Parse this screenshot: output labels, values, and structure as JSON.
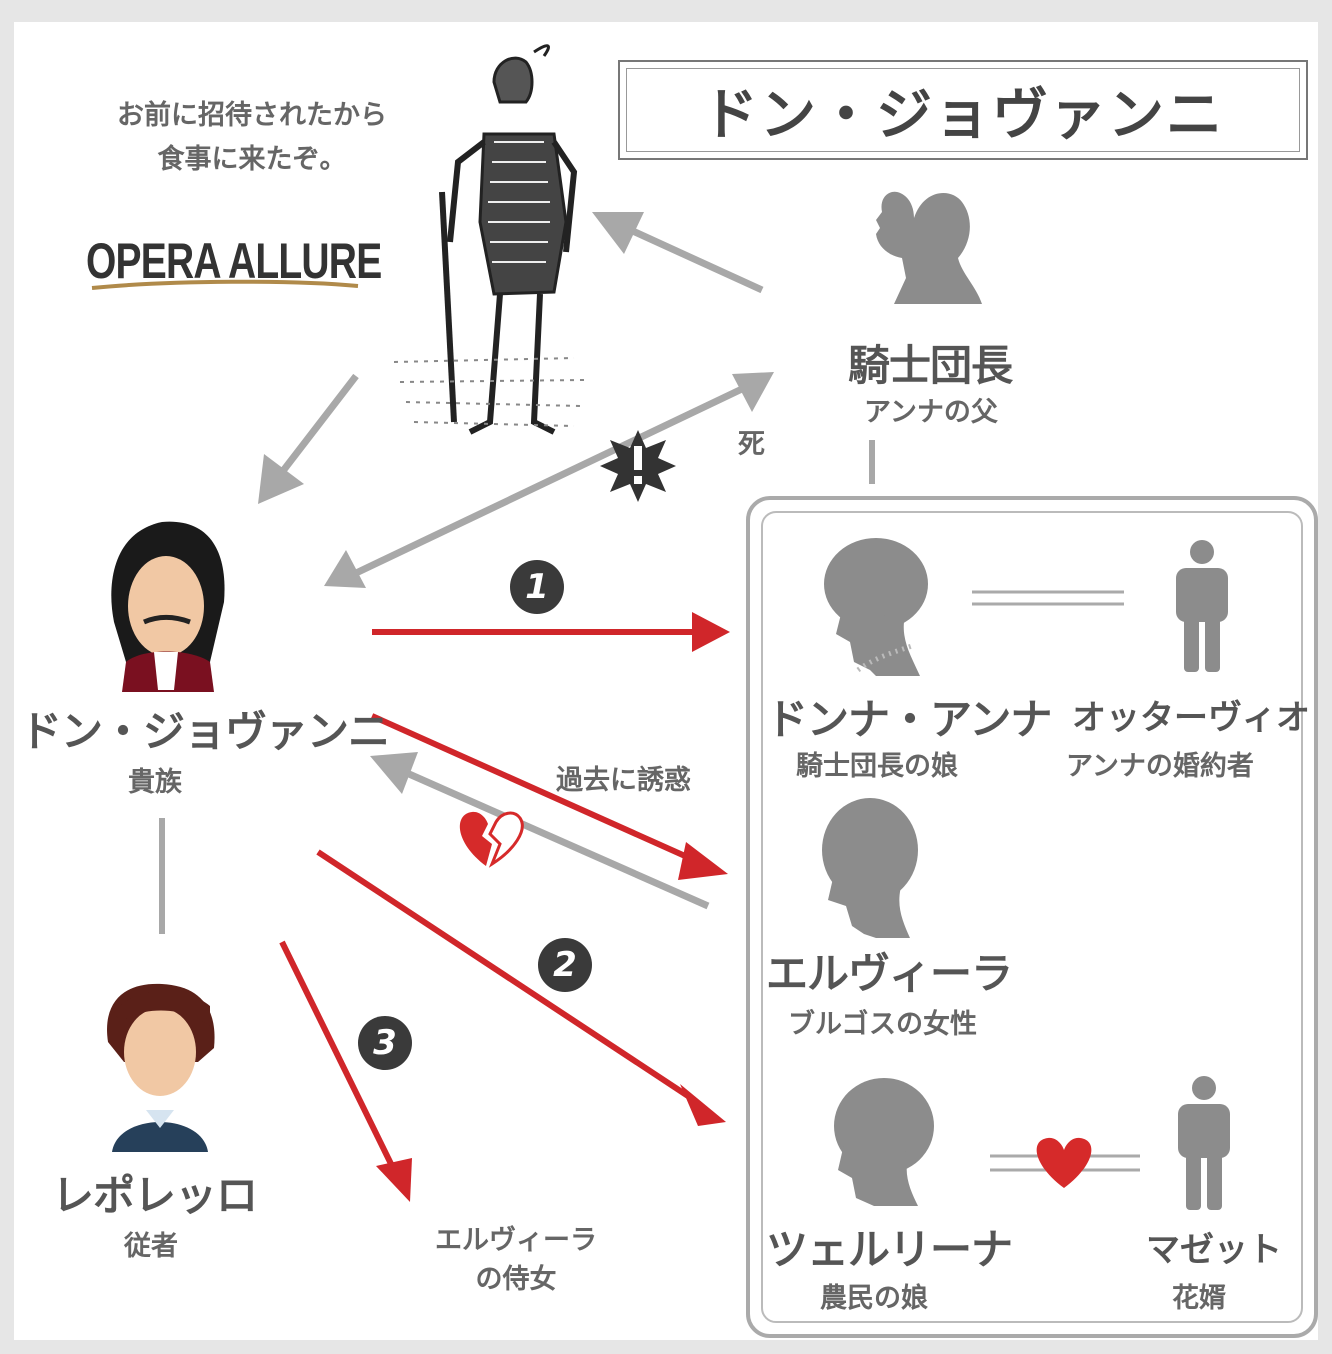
{
  "title": "ドン・ジョヴァンニ",
  "logo": "OPERA ALLURE",
  "quote": {
    "line1": "お前に招待されたから",
    "line2": "食事に来たぞ。"
  },
  "characters": {
    "commendatore": {
      "name": "騎士団長",
      "role": "アンナの父"
    },
    "don_giovanni": {
      "name": "ドン・ジョヴァンニ",
      "role": "貴族"
    },
    "leporello": {
      "name": "レポレッロ",
      "role": "従者"
    },
    "donna_anna": {
      "name": "ドンナ・アンナ",
      "role": "騎士団長の娘"
    },
    "ottavio": {
      "name": "オッターヴィオ",
      "role": "アンナの婚約者"
    },
    "elvira": {
      "name": "エルヴィーラ",
      "role": "ブルゴスの女性"
    },
    "zerlina": {
      "name": "ツェルリーナ",
      "role": "農民の娘"
    },
    "masetto": {
      "name": "マゼット",
      "role": "花婿"
    },
    "elvira_maid": {
      "line1": "エルヴィーラ",
      "line2": "の侍女"
    }
  },
  "labels": {
    "death": "死",
    "past_seduction": "過去に誘惑"
  },
  "numbers": {
    "n1": "1",
    "n2": "2",
    "n3": "3"
  },
  "colors": {
    "red_arrow": "#d0262a",
    "gray_arrow": "#a8a8a8",
    "silhouette": "#8c8c8c",
    "heart": "#d62a2a"
  }
}
